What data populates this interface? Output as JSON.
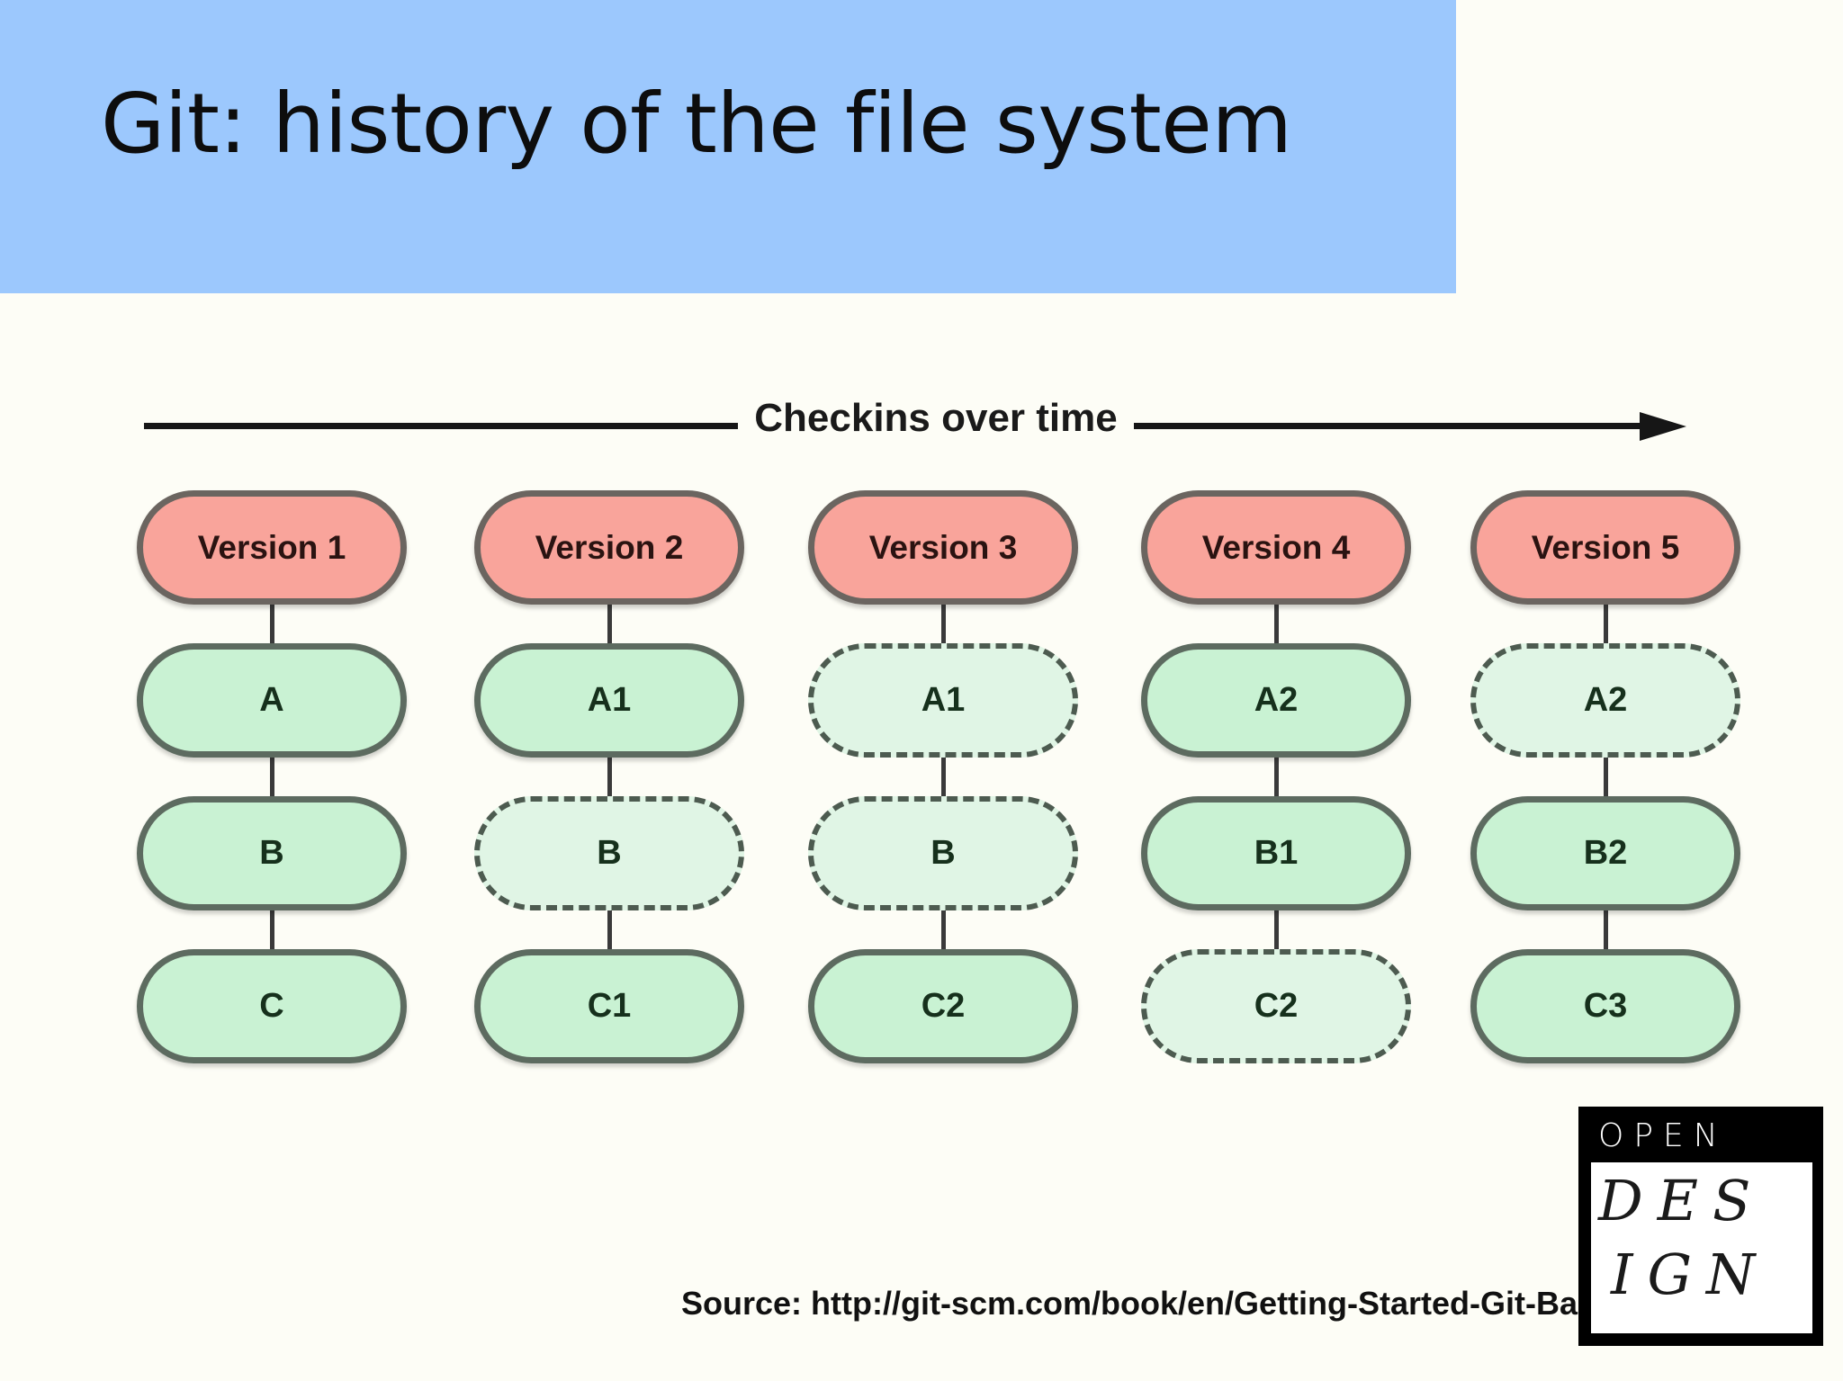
{
  "slide": {
    "title": "Git: history of the file system",
    "background_color": "#fdfdf6",
    "banner_color": "#9cc8fd"
  },
  "timeline": {
    "label": "Checkins over time",
    "direction": "right"
  },
  "diagram": {
    "version_fill": "#f9a49b",
    "file_fill_solid": "#c9f2d3",
    "file_fill_dashed": "#e0f5e5",
    "border_color": "#5d6b60",
    "columns": [
      {
        "version": "Version 1",
        "files": [
          {
            "label": "A",
            "style": "solid"
          },
          {
            "label": "B",
            "style": "solid"
          },
          {
            "label": "C",
            "style": "solid"
          }
        ]
      },
      {
        "version": "Version 2",
        "files": [
          {
            "label": "A1",
            "style": "solid"
          },
          {
            "label": "B",
            "style": "dashed"
          },
          {
            "label": "C1",
            "style": "solid"
          }
        ]
      },
      {
        "version": "Version 3",
        "files": [
          {
            "label": "A1",
            "style": "dashed"
          },
          {
            "label": "B",
            "style": "dashed"
          },
          {
            "label": "C2",
            "style": "solid"
          }
        ]
      },
      {
        "version": "Version 4",
        "files": [
          {
            "label": "A2",
            "style": "solid"
          },
          {
            "label": "B1",
            "style": "solid"
          },
          {
            "label": "C2",
            "style": "dashed"
          }
        ]
      },
      {
        "version": "Version 5",
        "files": [
          {
            "label": "A2",
            "style": "dashed"
          },
          {
            "label": "B2",
            "style": "solid"
          },
          {
            "label": "C3",
            "style": "solid"
          }
        ]
      }
    ]
  },
  "source": {
    "text": "Source: http://git-scm.com/book/en/Getting-Started-Git-Basics"
  },
  "logo": {
    "line1": "OPEN",
    "line2": "DES",
    "line3": "IGN"
  }
}
